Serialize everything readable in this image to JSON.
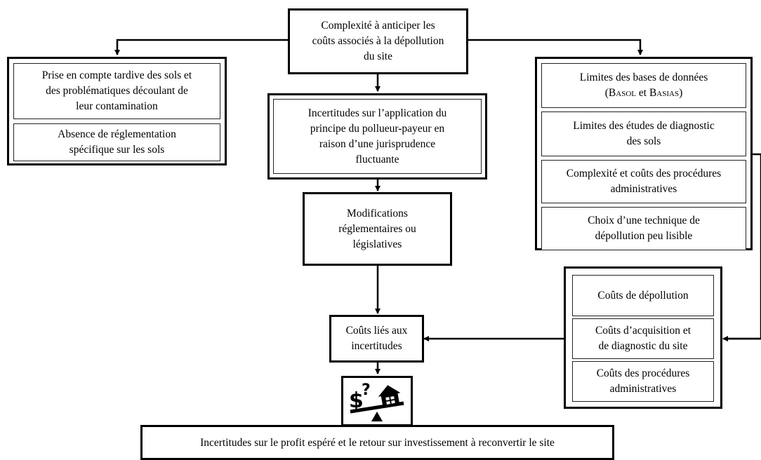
{
  "top": {
    "label": "Complexité à anticiper les\ncoûts associés à la dépollution\ndu site"
  },
  "left_group": {
    "items": [
      {
        "label": "Prise en compte tardive des sols et\ndes problématiques découlant de\nleur contamination"
      },
      {
        "label": "Absence de réglementation\nspécifique sur les sols"
      }
    ]
  },
  "center": {
    "jurisprudence": "Incertitudes sur l’application du\nprincipe du pollueur-payeur en\nraison d’une jurisprudence\nfluctuante",
    "modifications": "Modifications\nréglementaires ou\nlégislatives",
    "couts_incertitudes": "Coûts liés aux\nincertitudes"
  },
  "right_group": {
    "bases_line1": "Limites des bases de données",
    "bases_paren_open": "(",
    "bases_basol": "Basol",
    "bases_et": " et ",
    "bases_basias": "Basias",
    "bases_paren_close": ")",
    "items": [
      {
        "label": "Limites des études de diagnostic\ndes sols"
      },
      {
        "label": "Complexité et coûts des procédures\nadministratives"
      },
      {
        "label": "Choix d’une technique de\ndépollution peu lisible"
      }
    ]
  },
  "cost_group": {
    "items": [
      {
        "label": "Coûts de dépollution"
      },
      {
        "label": "Coûts d’acquisition et\nde diagnostic du site"
      },
      {
        "label": "Coûts des procédures\nadministratives"
      }
    ]
  },
  "bottom": {
    "label": "Incertitudes sur le profit espéré et le retour sur investissement à reconvertir le site"
  },
  "icon": {
    "name": "house-money-balance-icon",
    "symbol": "$",
    "question": "?"
  }
}
